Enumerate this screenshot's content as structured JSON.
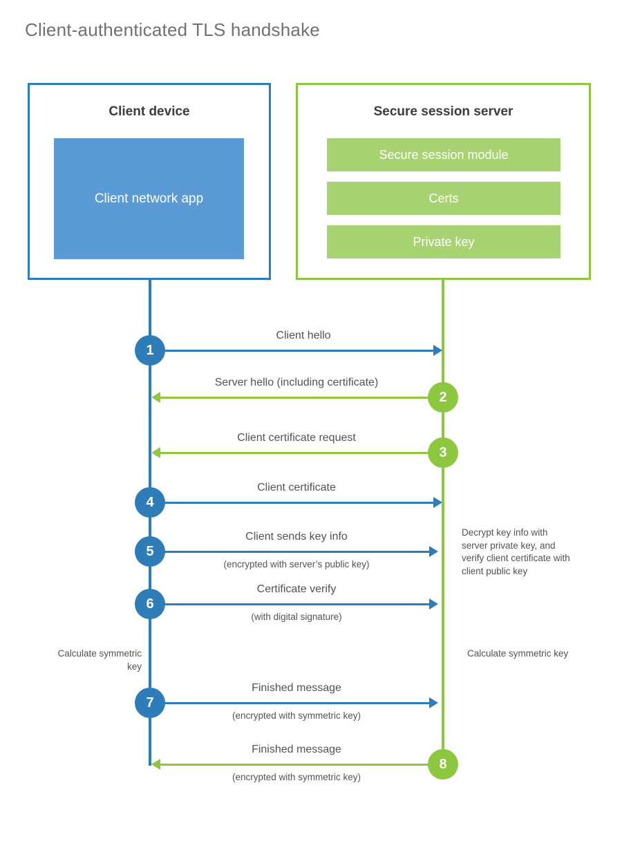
{
  "title": "Client-authenticated TLS handshake",
  "colors": {
    "client_accent": "#2e7cb8",
    "client_fill": "#5b9bd5",
    "server_accent": "#8dc63f",
    "server_fill": "#a8d373",
    "text": "#50535a",
    "title_text": "#6f7173",
    "background": "#ffffff"
  },
  "actors": {
    "client": {
      "title": "Client device",
      "component": "Client network app"
    },
    "server": {
      "title": "Secure session server",
      "components": [
        "Secure session module",
        "Certs",
        "Private key"
      ]
    }
  },
  "steps": [
    {
      "number": "1",
      "label": "Client hello",
      "sublabel": "",
      "direction": "client-to-server",
      "color": "blue"
    },
    {
      "number": "2",
      "label": "Server hello (including certificate)",
      "sublabel": "",
      "direction": "server-to-client",
      "color": "green"
    },
    {
      "number": "3",
      "label": "Client certificate request",
      "sublabel": "",
      "direction": "server-to-client",
      "color": "green"
    },
    {
      "number": "4",
      "label": "Client certificate",
      "sublabel": "",
      "direction": "client-to-server",
      "color": "blue"
    },
    {
      "number": "5",
      "label": "Client sends key info",
      "sublabel": "(encrypted with server’s public key)",
      "direction": "client-to-server",
      "color": "blue"
    },
    {
      "number": "6",
      "label": "Certificate verify",
      "sublabel": "(with digital signature)",
      "direction": "client-to-server",
      "color": "blue"
    },
    {
      "number": "7",
      "label": "Finished message",
      "sublabel": "(encrypted with symmetric key)",
      "direction": "client-to-server",
      "color": "blue"
    },
    {
      "number": "8",
      "label": "Finished message",
      "sublabel": "(encrypted with symmetric key)",
      "direction": "server-to-client",
      "color": "green"
    }
  ],
  "notes": {
    "server_decrypt": "Decrypt key info with server private key, and verify client certificate with client public key",
    "calculate_symmetric_key_client": "Calculate symmetric key",
    "calculate_symmetric_key_server": "Calculate symmetric key"
  }
}
